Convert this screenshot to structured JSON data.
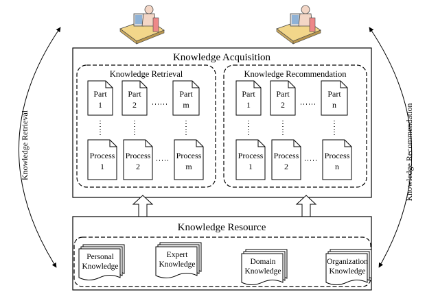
{
  "acquisition": {
    "title": "Knowledge Acquisition"
  },
  "retrieval": {
    "title": "Knowledge Retrieval",
    "parts": [
      [
        "Part",
        "1"
      ],
      [
        "Part",
        "2"
      ],
      [
        "Part",
        "m"
      ]
    ],
    "processes": [
      [
        "Process",
        "1"
      ],
      [
        "Process",
        "2"
      ],
      [
        "Process",
        "m"
      ]
    ]
  },
  "recommendation": {
    "title": "Knowledge Recommendation",
    "parts": [
      [
        "Part",
        "1"
      ],
      [
        "Part",
        "2"
      ],
      [
        "Part",
        "n"
      ]
    ],
    "processes": [
      [
        "Process",
        "1"
      ],
      [
        "Process",
        "2"
      ],
      [
        "Process",
        "n"
      ]
    ]
  },
  "resource": {
    "title": "Knowledge Resource",
    "items": [
      [
        "Personal",
        "Knowledge"
      ],
      [
        "Expert",
        "Knowledge"
      ],
      [
        "Domain",
        "Knowledge"
      ],
      [
        "Organization",
        "Knowledge"
      ]
    ]
  },
  "side_labels": {
    "left": "Knowledge Retrieval",
    "right": "Knowledge Recommendation"
  }
}
